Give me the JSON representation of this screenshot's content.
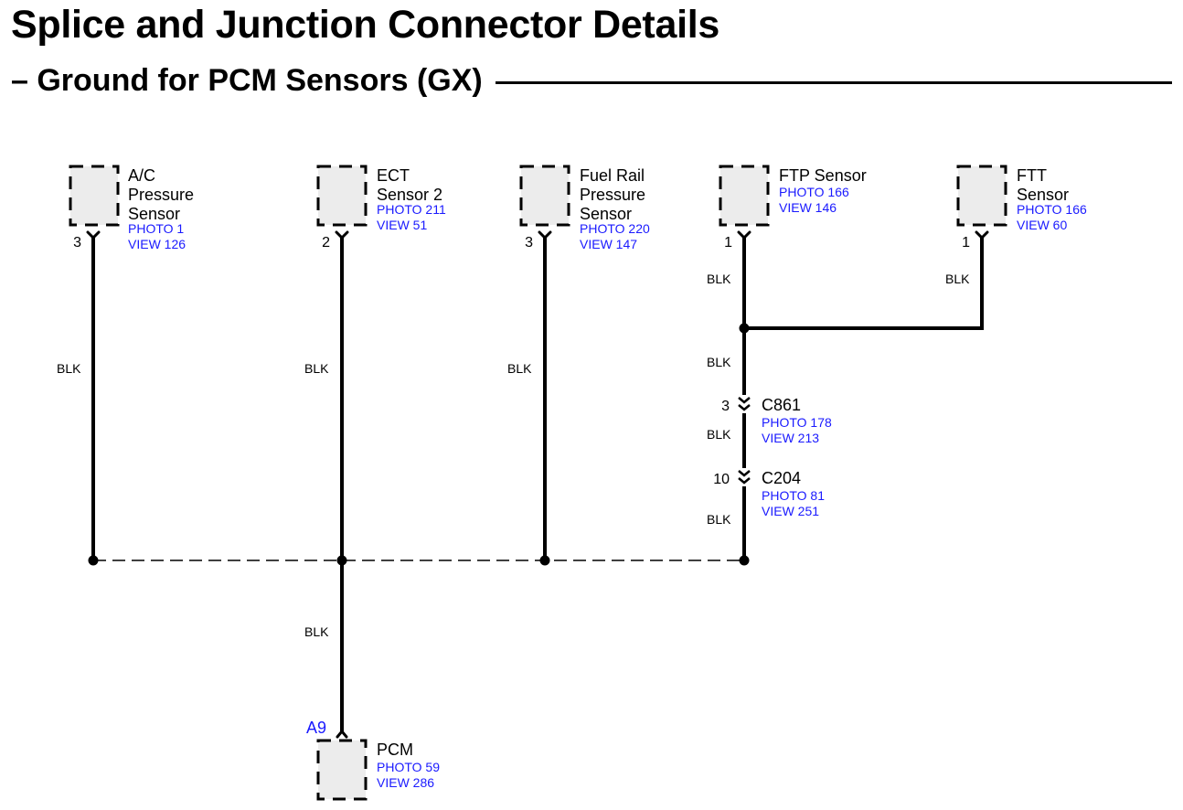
{
  "header": {
    "title": "Splice and Junction Connector Details",
    "subtitle": "– Ground for PCM Sensors (GX)"
  },
  "colors": {
    "ink": "#000000",
    "link": "#1a1aff",
    "box_fill": "#ececec"
  },
  "components": [
    {
      "id": "ac",
      "name_lines": [
        "A/C",
        "Pressure",
        "Sensor"
      ],
      "photo": "PHOTO 1",
      "view": "VIEW 126",
      "pin": "3"
    },
    {
      "id": "ect",
      "name_lines": [
        "ECT",
        "Sensor 2"
      ],
      "photo": "PHOTO 211",
      "view": "VIEW 51",
      "pin": "2"
    },
    {
      "id": "fuel",
      "name_lines": [
        "Fuel Rail",
        "Pressure",
        "Sensor"
      ],
      "photo": "PHOTO 220",
      "view": "VIEW 147",
      "pin": "3"
    },
    {
      "id": "ftp",
      "name_lines": [
        "FTP Sensor"
      ],
      "photo": "PHOTO 166",
      "view": "VIEW 146",
      "pin": "1"
    },
    {
      "id": "ftt",
      "name_lines": [
        "FTT",
        "Sensor"
      ],
      "photo": "PHOTO 166",
      "view": "VIEW 60",
      "pin": "1"
    }
  ],
  "pcm": {
    "name": "PCM",
    "photo": "PHOTO 59",
    "view": "VIEW 286",
    "pin": "A9"
  },
  "connectors": [
    {
      "id": "c861",
      "name": "C861",
      "pin": "3",
      "photo": "PHOTO 178",
      "view": "VIEW 213"
    },
    {
      "id": "c204",
      "name": "C204",
      "pin": "10",
      "photo": "PHOTO 81",
      "view": "VIEW 251"
    }
  ],
  "wire_color": "BLK"
}
